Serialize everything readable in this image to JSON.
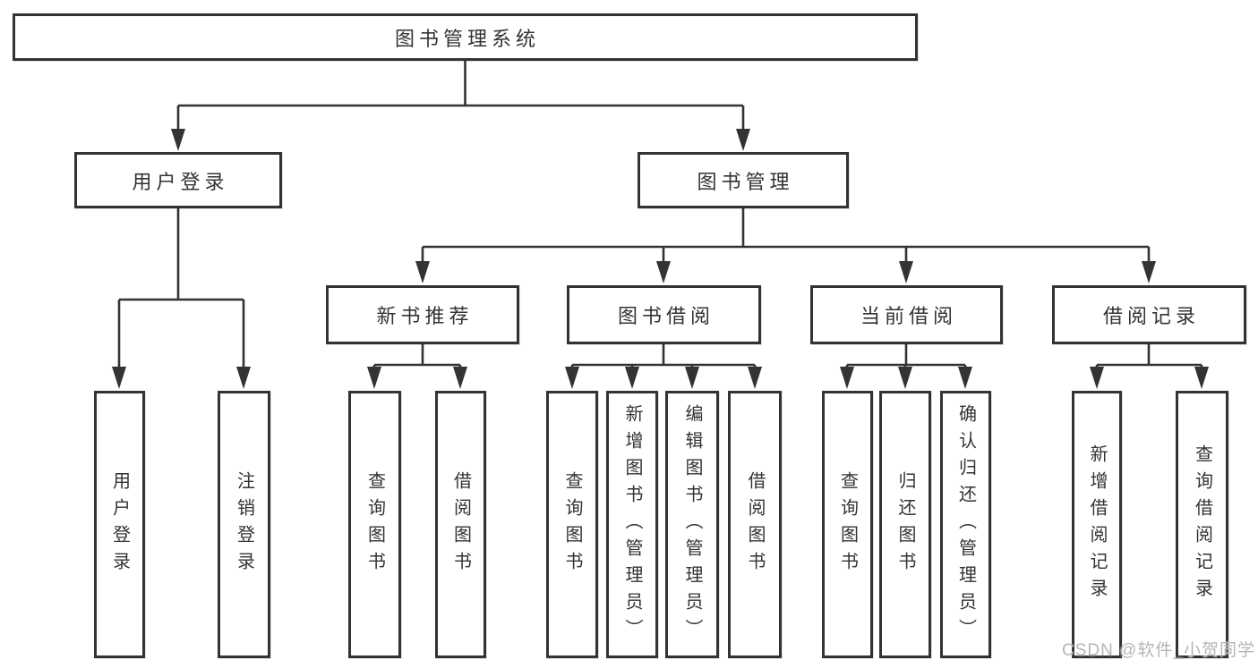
{
  "diagram": {
    "root": {
      "label": "图书管理系统"
    },
    "level2": [
      {
        "label": "用户登录"
      },
      {
        "label": "图书管理"
      }
    ],
    "level3": [
      {
        "label": "新书推荐"
      },
      {
        "label": "图书借阅"
      },
      {
        "label": "当前借阅"
      },
      {
        "label": "借阅记录"
      }
    ],
    "leaves": {
      "user_login": [
        {
          "label": "用户登录"
        },
        {
          "label": "注销登录"
        }
      ],
      "new_book_recommend": [
        {
          "label": "查询图书"
        },
        {
          "label": "借阅图书"
        }
      ],
      "book_borrow": [
        {
          "label": "查询图书"
        },
        {
          "label": "新增图书（管理员）"
        },
        {
          "label": "编辑图书（管理员）"
        },
        {
          "label": "借阅图书"
        }
      ],
      "current_borrow": [
        {
          "label": "查询图书"
        },
        {
          "label": "归还图书"
        },
        {
          "label": "确认归还（管理员）"
        }
      ],
      "borrow_records": [
        {
          "label": "新增借阅记录"
        },
        {
          "label": "查询借阅记录"
        }
      ]
    }
  },
  "watermark": {
    "text": "CSDN @软件_小贺同学"
  },
  "colors": {
    "line": "#333333",
    "text": "#333333",
    "watermark": "#b5b5b5",
    "background": "#ffffff"
  }
}
